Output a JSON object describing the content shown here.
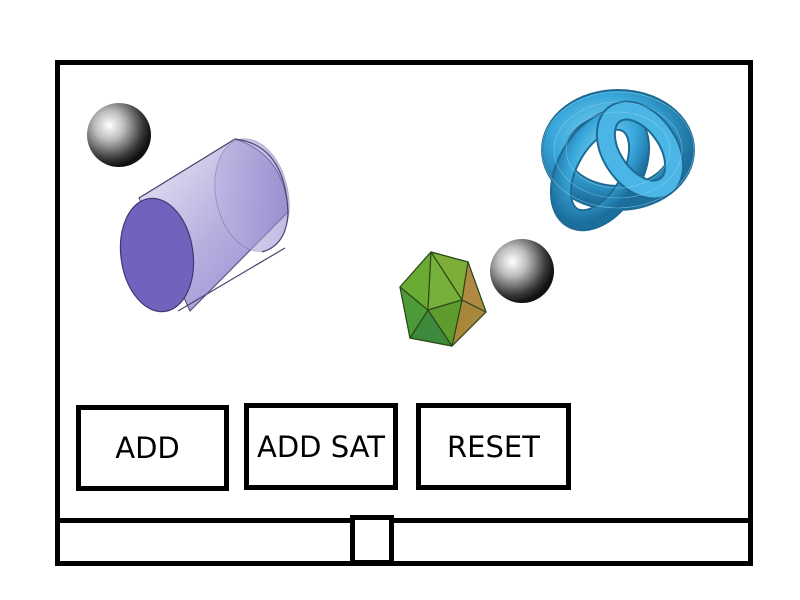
{
  "controls": {
    "add_label": "ADD",
    "add_sat_label": "ADD SAT",
    "reset_label": "RESET"
  },
  "slider": {
    "value": 0.43
  },
  "scene": {
    "objects": [
      {
        "kind": "sphere",
        "color": "#9a9a9a"
      },
      {
        "kind": "cylinder",
        "color": "#8b80cc"
      },
      {
        "kind": "torus-knot",
        "color": "#3aa6d8"
      },
      {
        "kind": "icosahedron",
        "color": "#6a9a30"
      },
      {
        "kind": "sphere",
        "color": "#9a9a9a"
      }
    ]
  }
}
